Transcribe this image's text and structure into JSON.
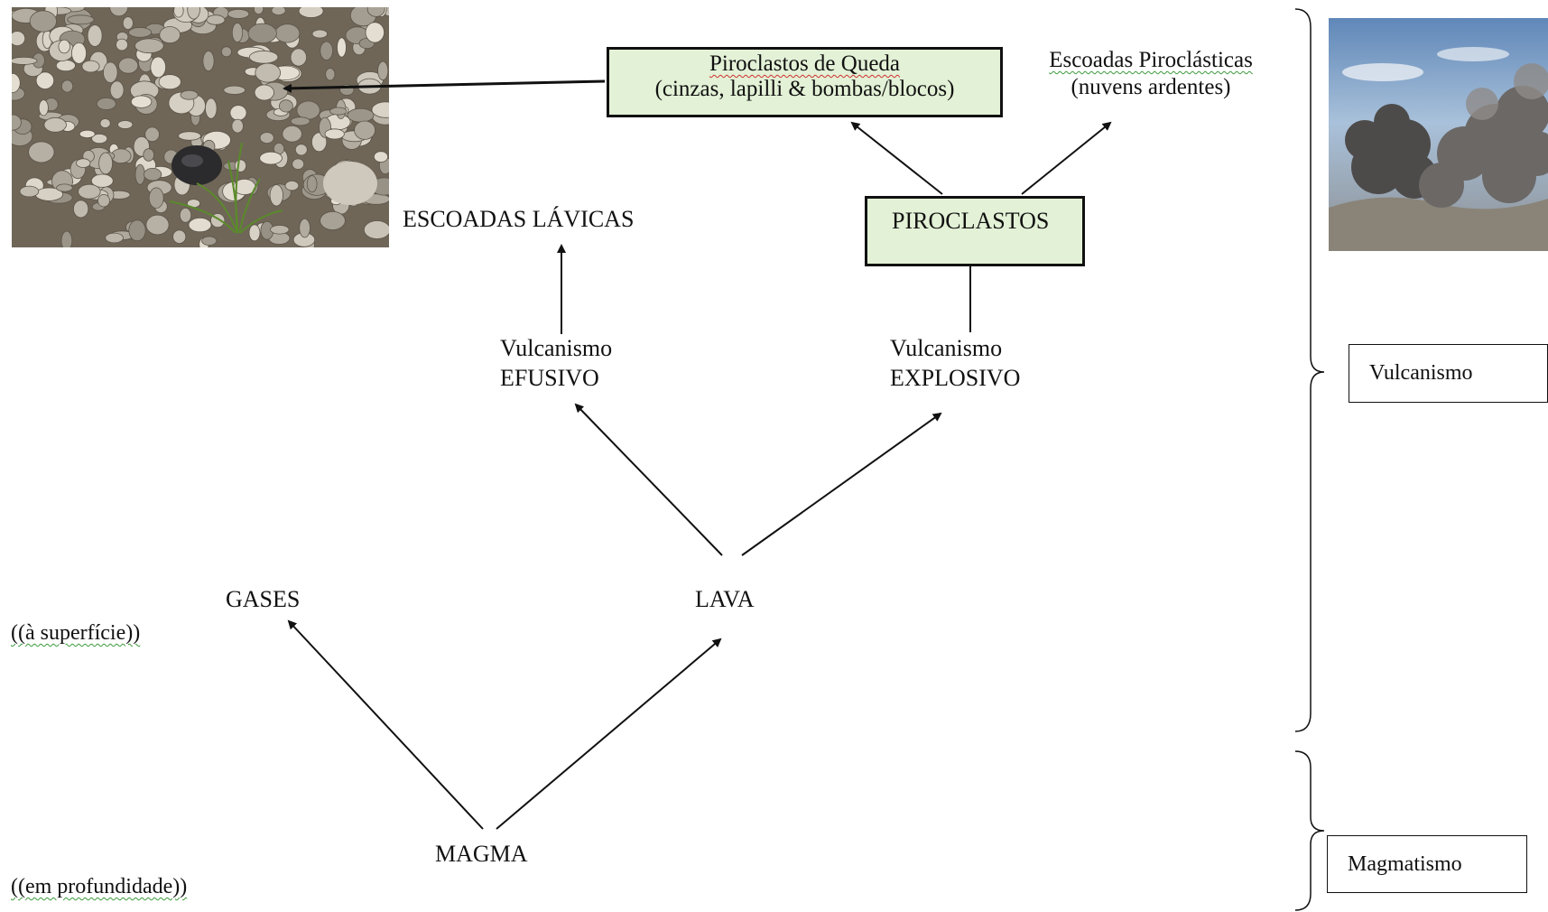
{
  "nodes": {
    "piroclastos_queda_line1": "Piroclastos de Queda",
    "piroclastos_queda_line2": "(cinzas, lapilli & bombas/blocos)",
    "escoadas_piro_line1": "Escoadas Piroclásticas",
    "escoadas_piro_line2": "(nuvens ardentes)",
    "escoadas_lavicas": "ESCOADAS LÁVICAS",
    "piroclastos": "PIROCLASTOS",
    "efusivo_line1": "Vulcanismo",
    "efusivo_line2": "EFUSIVO",
    "explosivo_line1": "Vulcanismo",
    "explosivo_line2": "EXPLOSIVO",
    "gases": "GASES",
    "lava": "LAVA",
    "magma": "MAGMA"
  },
  "depth_labels": {
    "surface": "((à superfície))",
    "depth": "((em profundidade))"
  },
  "side_labels": {
    "vulcanismo": "Vulcanismo",
    "magmatismo": "Magmatismo"
  },
  "photos": {
    "rocks": "pyroclast-rocks-photo",
    "cloud": "pyroclastic-cloud-photo"
  },
  "colors": {
    "box_fill": "#e3f1d6",
    "squiggle_red": "#d03030",
    "squiggle_green": "#3a9a3a"
  }
}
